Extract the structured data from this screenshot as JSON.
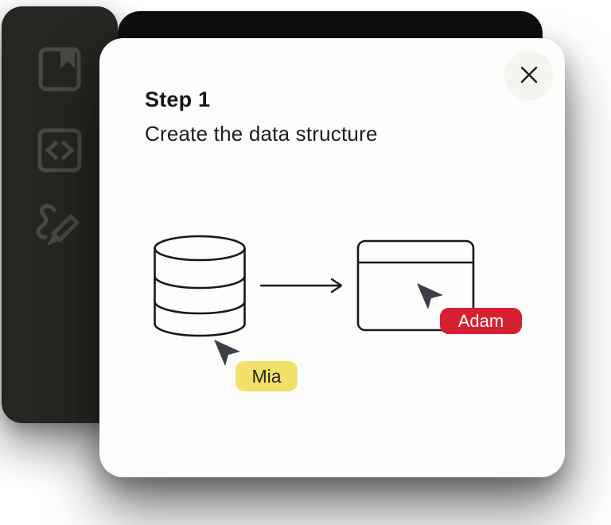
{
  "app": {
    "background_color": "#ffffff",
    "sidebar": {
      "color": "#262522",
      "icon_color": "#4a4843",
      "items": [
        {
          "id": "bookmarks",
          "icon": "bookmark-icon"
        },
        {
          "id": "code",
          "icon": "code-icon"
        },
        {
          "id": "draw",
          "icon": "draw-icon"
        }
      ]
    },
    "backdrop_color": "#0e0e0e"
  },
  "modal": {
    "background_color": "#fdfdfc",
    "step_label": "Step 1",
    "title": "Create the data structure",
    "close_icon": "close-icon",
    "diagram": {
      "stroke_color": "#17181a",
      "nodes": [
        {
          "name": "database-cylinder"
        },
        {
          "name": "browser-window"
        }
      ],
      "connector": "arrow-right",
      "cursors": [
        {
          "user": "Mia",
          "badge_color": "#f2e069",
          "text_color": "#26251f",
          "cursor_color": "#3c4046",
          "points_at": "database-cylinder"
        },
        {
          "user": "Adam",
          "badge_color": "#d7202f",
          "text_color": "#ffffff",
          "cursor_color": "#3c4046",
          "points_at": "browser-window"
        }
      ]
    }
  }
}
